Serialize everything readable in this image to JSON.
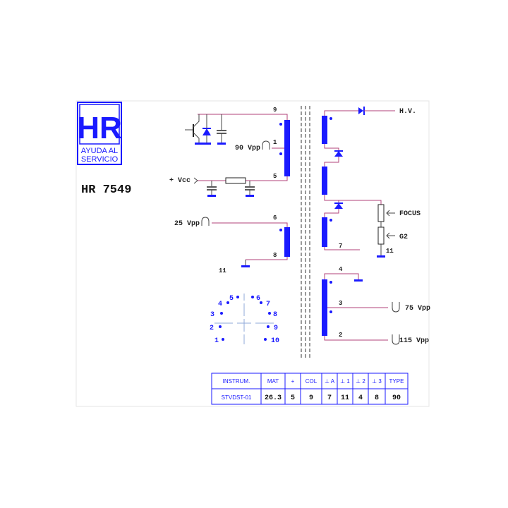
{
  "logo": {
    "mark": "HR",
    "line1": "AYUDA AL",
    "line2": "SERVICIO"
  },
  "model": "HR 7549",
  "labels": {
    "hv": "H.V.",
    "focus": "FOCUS",
    "g2": "G2",
    "vcc": "+ Vcc",
    "vpp90": "90 Vpp",
    "vpp25": "25 Vpp",
    "vpp75": "75 Vpp",
    "vpp115": "115 Vpp"
  },
  "pins": {
    "p9": "9",
    "p1": "1",
    "p5": "5",
    "p6": "6",
    "p8": "8",
    "p7": "7",
    "p11r": "11",
    "p11l": "11",
    "p4": "4",
    "p3": "3",
    "p2": "2"
  },
  "base_pins": [
    {
      "label": "1"
    },
    {
      "label": "2"
    },
    {
      "label": "3"
    },
    {
      "label": "4"
    },
    {
      "label": "5"
    },
    {
      "label": "6"
    },
    {
      "label": "7"
    },
    {
      "label": "8"
    },
    {
      "label": "9"
    },
    {
      "label": "10"
    }
  ],
  "table": {
    "headers": [
      "INSTRUM.",
      "MAT",
      "+",
      "COL",
      "⊥ A",
      "⊥ 1",
      "⊥ 2",
      "⊥ 3",
      "TYPE"
    ],
    "values": [
      "STVDST-01",
      "26.3",
      "5",
      "9",
      "7",
      "11",
      "4",
      "8",
      "90"
    ]
  }
}
